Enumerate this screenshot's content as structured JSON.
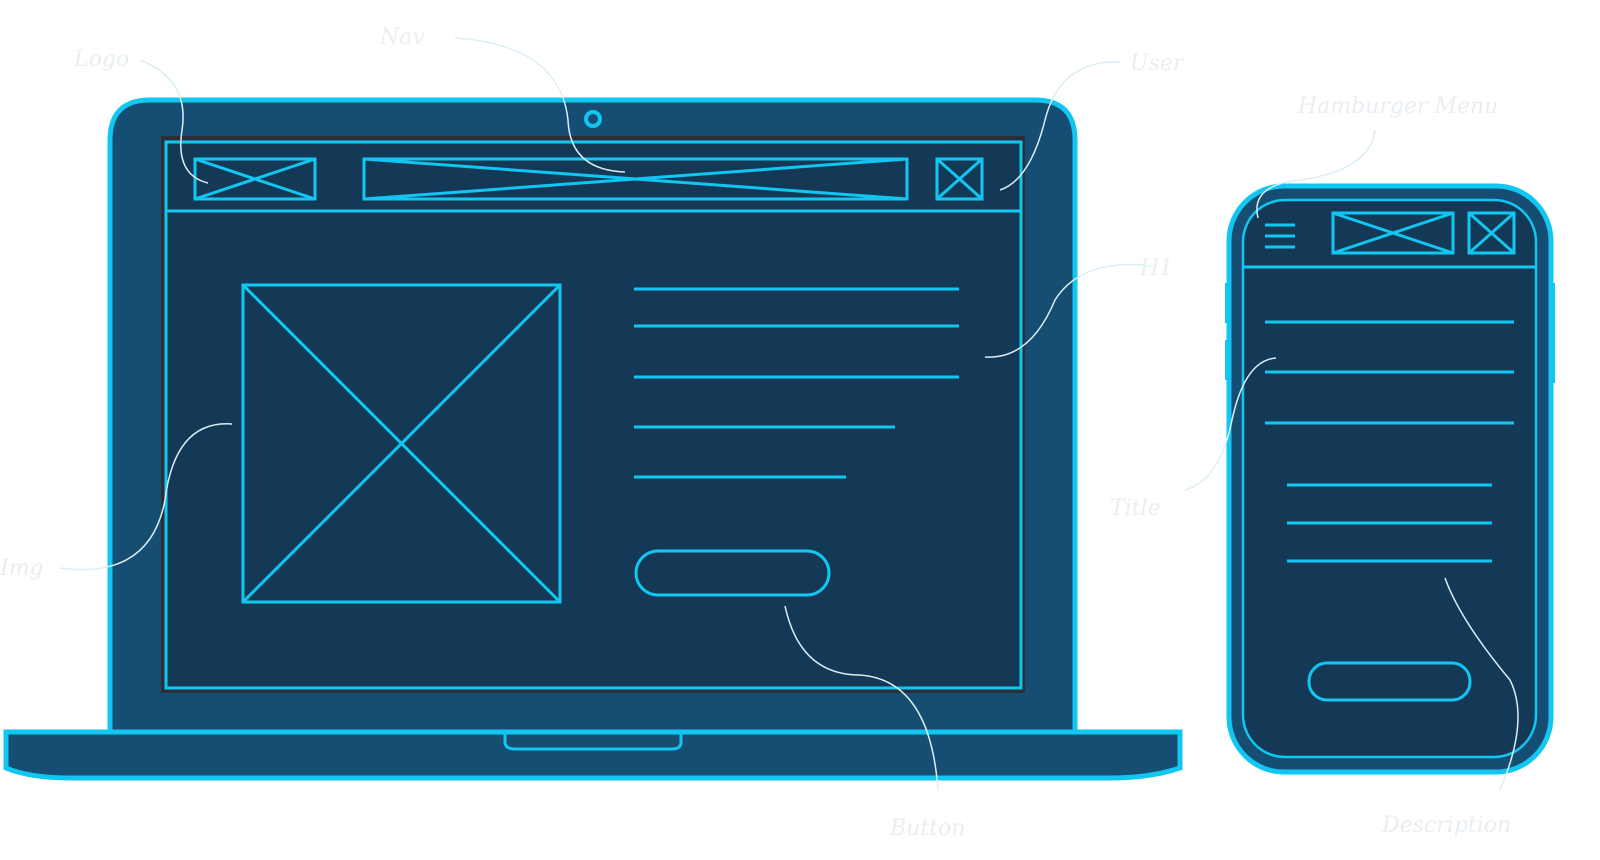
{
  "labels": {
    "logo": "Logo",
    "nav": "Nav",
    "user": "User",
    "hamburger": "Hamburger Menu",
    "h1": "H1",
    "img": "Img",
    "button": "Button",
    "title": "Title",
    "description": "Description"
  },
  "colors": {
    "accent": "#12c6f2",
    "body": "#164d72",
    "screen": "#143957"
  }
}
